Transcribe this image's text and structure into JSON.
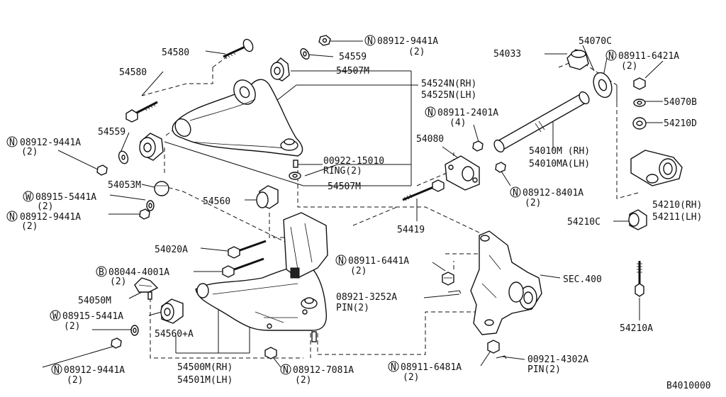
{
  "labels": {
    "p54580_top": "54580",
    "p54580_left": "54580",
    "n08912_9441A_top": "08912-9441A",
    "n08912_9441A_top_qty": "(2)",
    "p54559_top": "54559",
    "p54507M_top": "54507M",
    "p54524N": "54524N(RH)",
    "p54525N": "54525N(LH)",
    "p54559_left": "54559",
    "n08912_9441A_mid": "08912-9441A",
    "n08912_9441A_mid_qty": "(2)",
    "p00922": "00922-15010",
    "p00922_sub": "RING(2)",
    "p54507M_bot": "54507M",
    "p54053M": "54053M",
    "w08915_5441A_mid": "08915-5441A",
    "w08915_5441A_mid_qty": "(2)",
    "n08912_9441A_low": "08912-9441A",
    "n08912_9441A_low_qty": "(2)",
    "p54560": "54560",
    "p54020A": "54020A",
    "b08044": "08044-4001A",
    "b08044_qty": "(2)",
    "p54050M": "54050M",
    "w08915_5441A_bot": "08915-5441A",
    "w08915_5441A_bot_qty": "(2)",
    "p54560A": "54560+A",
    "n08912_9441A_bot": "08912-9441A",
    "n08912_9441A_bot_qty": "(2)",
    "p54500M": "54500M(RH)",
    "p54501M": "54501M(LH)",
    "n08912_7081A": "08912-7081A",
    "n08912_7081A_qty": "(2)",
    "p54033": "54033",
    "p54070C": "54070C",
    "n08911_6421A": "08911-6421A",
    "n08911_6421A_qty": "(2)",
    "p54070B": "54070B",
    "p54210D": "54210D",
    "n08911_2401A": "08911-2401A",
    "n08911_2401A_qty": "(4)",
    "p54080": "54080",
    "p54010M": "54010M (RH)",
    "p54010MA": "54010MA(LH)",
    "n08912_8401A": "08912-8401A",
    "n08912_8401A_qty": "(2)",
    "p54419": "54419",
    "p54210": "54210(RH)",
    "p54211": "54211(LH)",
    "p54210C": "54210C",
    "n08911_6441A": "08911-6441A",
    "n08911_6441A_qty": "(2)",
    "p08921": "08921-3252A",
    "p08921_sub": "PIN(2)",
    "sec400": "SEC.400",
    "p54210A": "54210A",
    "n08911_6481A": "08911-6481A",
    "n08911_6481A_qty": "(2)",
    "p00921": "00921-4302A",
    "p00921_sub": "PIN(2)",
    "diagram_code": "B4010000"
  },
  "prefix_symbols": {
    "n": "N",
    "w": "W",
    "b": "B"
  }
}
